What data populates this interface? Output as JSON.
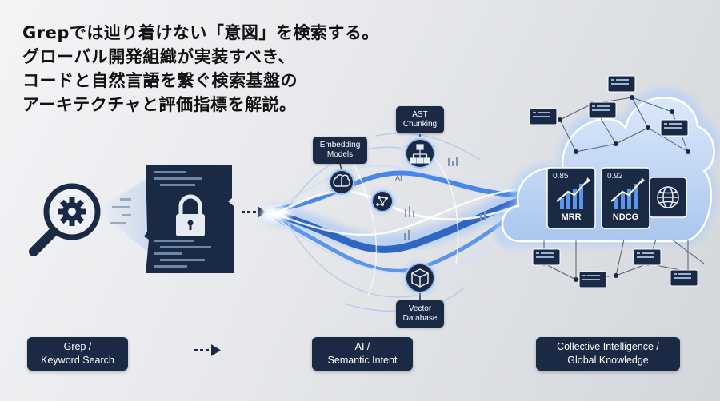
{
  "title": {
    "lines": [
      "Grepでは辿り着けない「意図」を検索する。",
      "グローバル開発組織が実装すべき、",
      "コードと自然言語を繋ぐ検索基盤の",
      "アーキテクチャと評価指標を解説。"
    ]
  },
  "stages": {
    "grep": {
      "line1": "Grep /",
      "line2": "Keyword Search"
    },
    "ai": {
      "line1": "AI /",
      "line2": "Semantic Intent"
    },
    "collective": {
      "line1": "Collective Intelligence /",
      "line2": "Global Knowledge"
    }
  },
  "tags": {
    "embedding": {
      "line1": "Embedding",
      "line2": "Models"
    },
    "ast": {
      "line1": "AST",
      "line2": "Chunking"
    },
    "vector": {
      "line1": "Vector",
      "line2": "Database"
    },
    "ai_small": "AI"
  },
  "metrics": [
    {
      "value": "0.85",
      "label": "MRR"
    },
    {
      "value": "0.92",
      "label": "NDCG"
    }
  ],
  "icons": {
    "magnifier": "magnifier-gear-icon",
    "lock": "lock-icon",
    "brain": "brain-icon",
    "hierarchy": "hierarchy-icon",
    "cube": "cube-icon",
    "globe": "globe-icon",
    "chart": "bar-chart-icon"
  },
  "colors": {
    "navy": "#1b2a44",
    "flow_blue": "#3f7fe0",
    "glow": "#a9ccff",
    "cloud_fill": "#c9dcf6"
  }
}
